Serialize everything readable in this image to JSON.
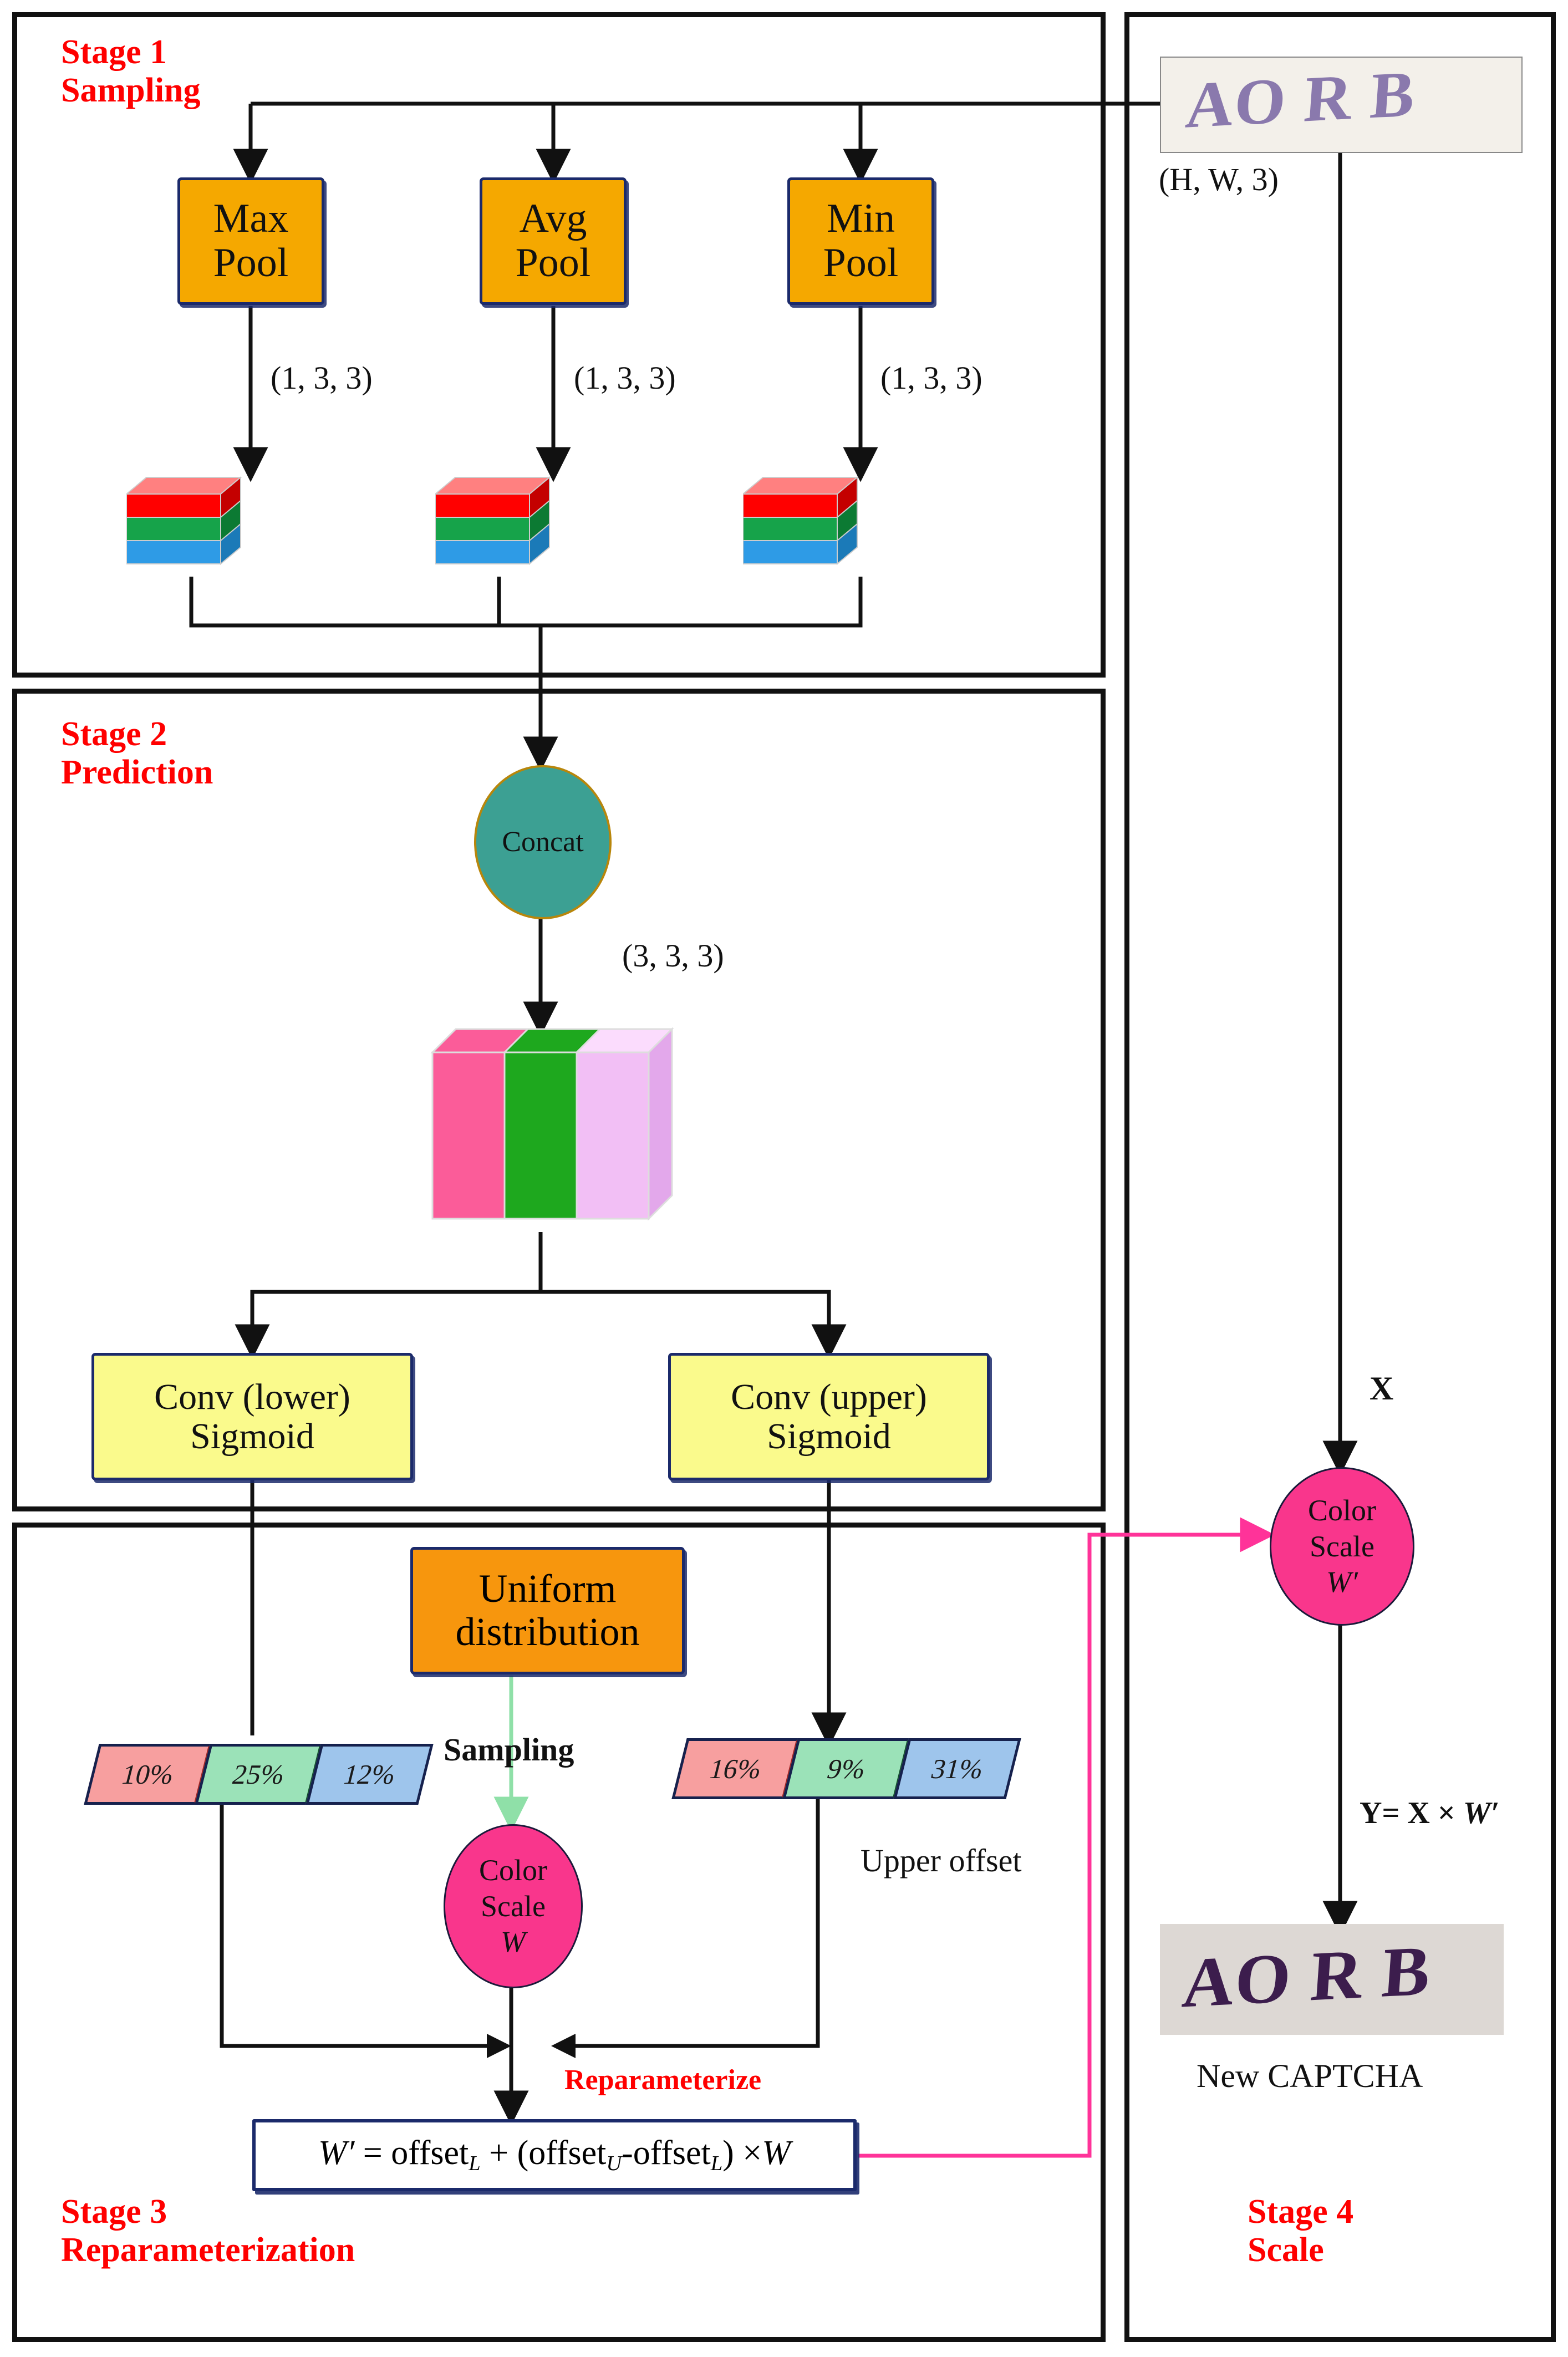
{
  "stages": [
    {
      "id": "stage1",
      "title": "Stage 1",
      "subtitle": "Sampling",
      "label": "Stage 1\nSampling"
    },
    {
      "id": "stage2",
      "title": "Stage 2",
      "subtitle": "Prediction",
      "label": "Stage 2\nPrediction"
    },
    {
      "id": "stage3",
      "title": "Stage 3",
      "subtitle": "Reparameterization",
      "label": "Stage 3\nReparameterization"
    },
    {
      "id": "stage4",
      "title": "Stage 4",
      "subtitle": "Scale",
      "label": "Stage 4\nScale"
    }
  ],
  "pooling": {
    "max": {
      "line1": "Max",
      "line2": "Pool"
    },
    "avg": {
      "line1": "Avg",
      "line2": "Pool"
    },
    "min": {
      "line1": "Min",
      "line2": "Pool"
    }
  },
  "shapes": {
    "input": "(H, W, 3)",
    "pool_out_1": "(1, 3, 3)",
    "pool_out_2": "(1, 3, 3)",
    "pool_out_3": "(1, 3, 3)",
    "concat_out": "(3, 3, 3)"
  },
  "concat": {
    "label": "Concat"
  },
  "conv": {
    "lower": {
      "line1": "Conv (lower)",
      "line2": "Sigmoid"
    },
    "upper": {
      "line1": "Conv (upper)",
      "line2": "Sigmoid"
    }
  },
  "uniform": {
    "line1": "Uniform",
    "line2": "distribution"
  },
  "sampling_label": "Sampling",
  "offsets": {
    "lower": {
      "values": [
        "10%",
        "25%",
        "12%"
      ],
      "caption": ""
    },
    "upper": {
      "values": [
        "16%",
        "9%",
        "31%"
      ],
      "caption": "Upper offset"
    }
  },
  "color_scale_w": {
    "line1": "Color",
    "line2": "Scale",
    "line3": "W"
  },
  "color_scale_wp": {
    "line1": "Color",
    "line2": "Scale",
    "line3": "W′"
  },
  "reparameterize_label": "Reparameterize",
  "formula": {
    "lhs": "W′",
    "eq": " = offset",
    "sub_l1": "L",
    "plus": " + (offset",
    "sub_u": "U",
    "minus": "-offset",
    "sub_l2": "L",
    "tail": ") ×",
    "rhs_var": "W",
    "full": "W′ = offsetL + (offsetU-offsetL) × W"
  },
  "stage4": {
    "x_label": "X",
    "y_label": "Y",
    "y_formula_eq": "= ",
    "y_formula_x": "X",
    "y_formula_times": " × ",
    "y_formula_w": "W′",
    "y_formula_full": "Y= X × W′",
    "new_captcha_label": "New CAPTCHA",
    "captcha_in_text": "AO R B",
    "captcha_out_text": "AO R B"
  },
  "colors": {
    "pool_fill": "#F5A800",
    "conv_fill": "#FAFA8C",
    "uniform_fill": "#F7960D",
    "concat_fill": "#3CA093",
    "concat_border": "#B8860B",
    "color_scale_fill": "#F9368C",
    "box_border": "#1b2a6b",
    "stage_label": "#FF0000",
    "reparam_link": "#FF3399",
    "sampling_arrow": "#8FE0A8",
    "rgb_red": "#FF0000",
    "rgb_green": "#16A34A",
    "rgb_blue": "#2E9BE6",
    "cube_pink": "#FB5C99",
    "cube_green": "#1EA81E",
    "cube_lavender": "#F2BFF5",
    "offset_pink": "#F79F9F",
    "offset_green": "#9BE2B8",
    "offset_blue": "#9EC5EC",
    "captcha_in_ink": "#8a79ad",
    "captcha_out_ink": "#3c1d4d"
  }
}
